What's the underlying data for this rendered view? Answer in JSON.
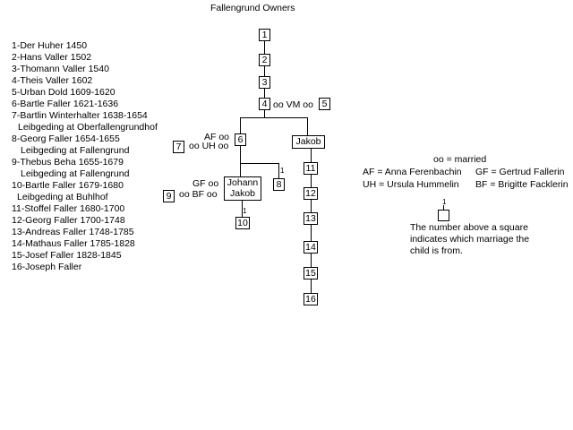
{
  "title": "Fallengrund Owners",
  "owners": [
    "1-Der Huher 1450",
    "2-Hans Valler 1502",
    "3-Thomann Valler 1540",
    "4-Theis Valler 1602",
    "5-Urban Dold 1609-1620",
    "6-Bartle Faller 1621-1636",
    "7-Bartlin Winterhalter 1638-1654",
    "Leibgeding at Oberfallengrundhof",
    "8-Georg Faller 1654-1655",
    "Leibgeding at Fallengrund",
    "9-Thebus Beha 1655-1679",
    "Leibgeding at Fallengrund",
    "10-Bartle Faller 1679-1680",
    "Leibgeding at Buhlhof",
    "11-Stoffel Faller 1680-1700",
    "12-Georg Faller 1700-1748",
    "13-Andreas Faller 1748-1785",
    "14-Mathaus Faller 1785-1828",
    "15-Josef Faller 1828-1845",
    "16-Joseph Faller"
  ],
  "tree": {
    "n1": "1",
    "n2": "2",
    "n3": "3",
    "n4": "4",
    "n5": "5",
    "vm": "oo VM oo",
    "af": "AF oo",
    "uh": "oo UH oo",
    "n6": "6",
    "n7": "7",
    "jakob": "Jakob",
    "n8": "8",
    "n8_marriage": "1",
    "gf": "GF oo",
    "bf": "oo BF oo",
    "n9": "9",
    "johann_jakob_1": "Johann",
    "johann_jakob_2": "Jakob",
    "n10": "10",
    "n10_marriage": "1",
    "n11": "11",
    "n12": "12",
    "n13": "13",
    "n14": "14",
    "n15": "15",
    "n16": "16"
  },
  "legend": {
    "married": "oo = married",
    "af": "AF = Anna Ferenbachin",
    "gf": "GF = Gertrud Fallerin",
    "uh": "UH = Ursula Hummelin",
    "bf": "BF = Brigitte Facklerin",
    "sample_marriage": "1",
    "note_lines": [
      "The number above a square",
      "indicates which marriage the",
      "child is from."
    ]
  }
}
